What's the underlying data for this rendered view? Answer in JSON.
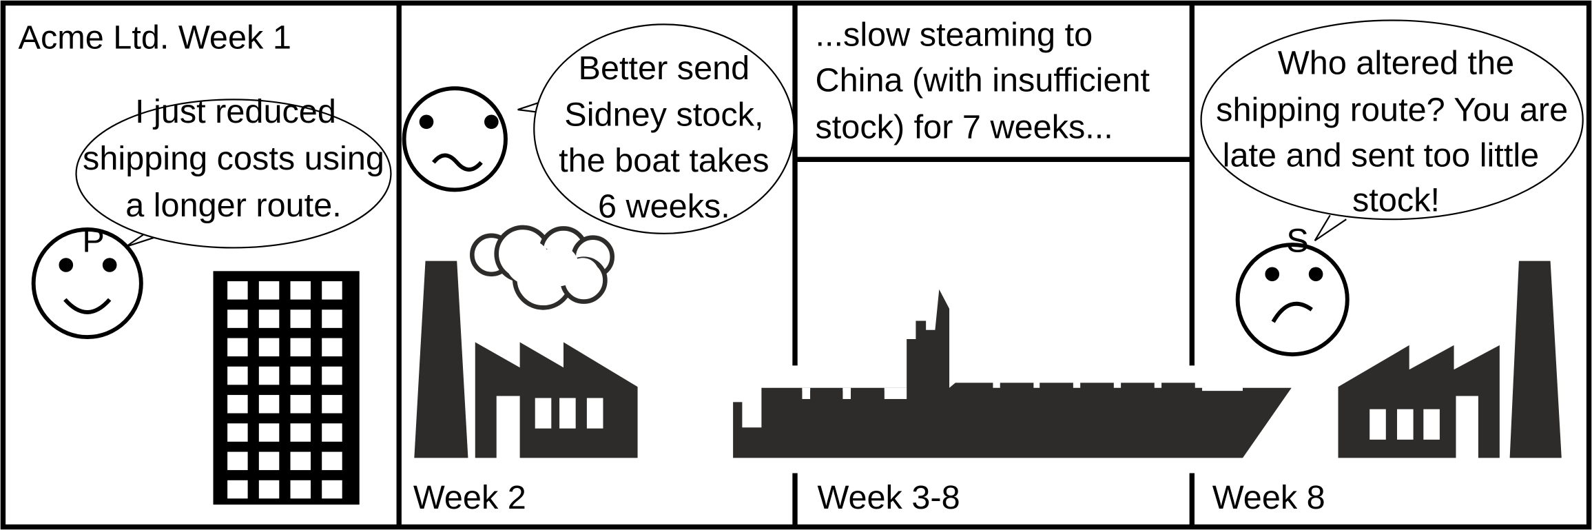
{
  "panels": [
    {
      "caption": "Acme Ltd. Week 1",
      "speech": [
        "I just reduced",
        "shipping costs using",
        "a longer route."
      ],
      "character_label": "P"
    },
    {
      "caption": "Week 2",
      "speech": [
        "Better send",
        "Sidney stock,",
        "the boat takes",
        "6 weeks."
      ]
    },
    {
      "caption": "Week 3-8",
      "narration": [
        "...slow steaming to",
        "China (with insufficient",
        "stock) for 7 weeks..."
      ]
    },
    {
      "caption": "Week 8",
      "speech": [
        "Who altered the",
        "shipping route?  You are",
        "late and sent too little",
        "stock!"
      ],
      "character_label": "S"
    }
  ],
  "colors": {
    "ink": "#2d2c2a",
    "line": "#000000",
    "background": "#ffffff"
  }
}
